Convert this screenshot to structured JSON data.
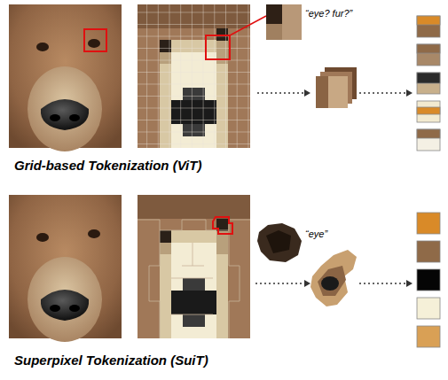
{
  "diagram": {
    "labels": [
      "“eye? fur?”",
      "Grid-based Tokenization (ViT)",
      "“eye”",
      "Superpixel Tokenization (SuiT)"
    ]
  }
}
